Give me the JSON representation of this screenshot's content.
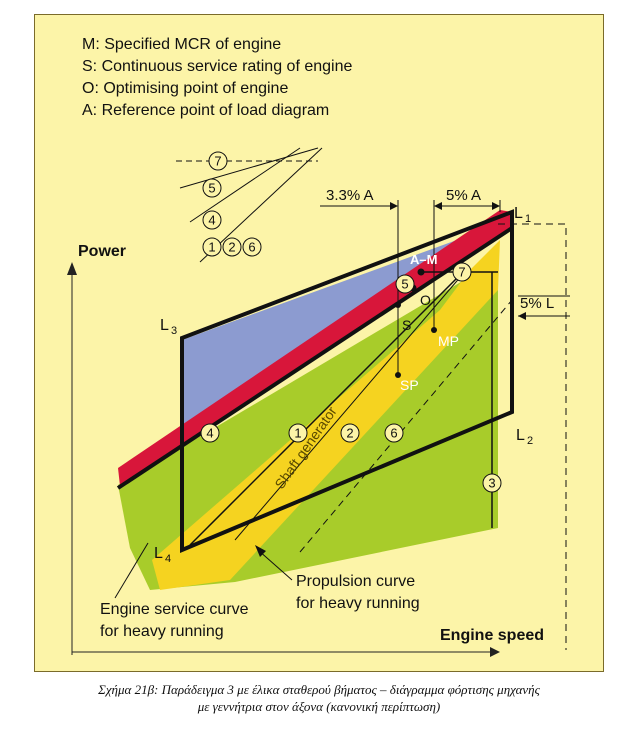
{
  "legend": [
    "M: Specified MCR of engine",
    "S:  Continuous service rating of engine",
    "O:  Optimising point of engine",
    "A:  Reference point of load diagram"
  ],
  "axes": {
    "y_label": "Power",
    "x_label": "Engine speed"
  },
  "dimensions": {
    "left": "3.3% A",
    "right": "5% A",
    "side": "5% L"
  },
  "corner_labels": {
    "l1": "L",
    "l1_sub": "1",
    "l2": "L",
    "l2_sub": "2",
    "l3": "L",
    "l3_sub": "3",
    "l4": "L",
    "l4_sub": "4"
  },
  "points": {
    "am": "A–M",
    "o": "O",
    "s": "S",
    "mp": "MP",
    "sp": "SP"
  },
  "curve_text": "Shaft generator",
  "line_numbers": {
    "n1": "1",
    "n2": "2",
    "n3": "3",
    "n4": "4",
    "n5": "5",
    "n6": "6",
    "n7": "7"
  },
  "annotations": {
    "service_curve": [
      "Engine service curve",
      "for heavy running"
    ],
    "propulsion_curve": [
      "Propulsion curve",
      "for heavy running"
    ]
  },
  "caption": [
    "Σχήμα 21β: Παράδειγμα 3 με έλικα σταθερού βήματος – διάγραμμα φόρτισης μηχανής",
    "με γεννήτρια στον άξονα (κανονική περίπτωση)"
  ],
  "colors": {
    "background": "#fcf4a8",
    "red": "#d8163a",
    "blue": "#8c9bd0",
    "green": "#a8cc2a",
    "yellow": "#f5d320"
  }
}
